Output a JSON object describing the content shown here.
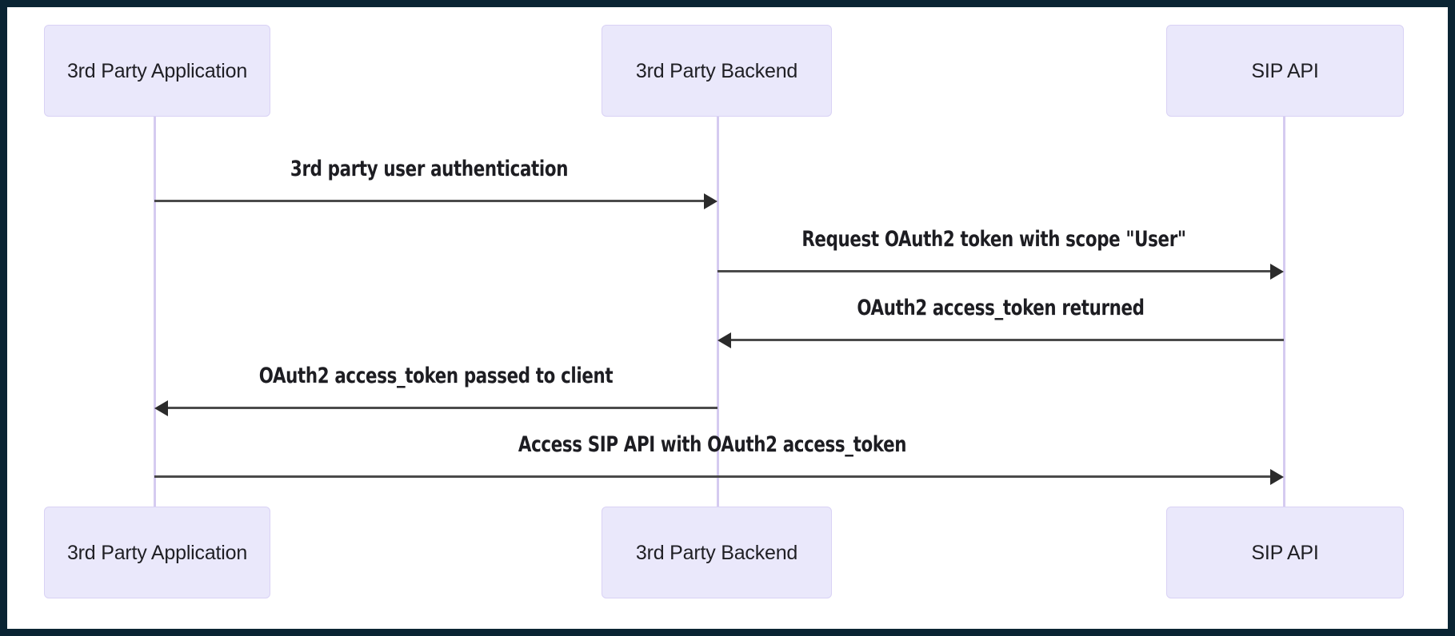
{
  "diagram": {
    "type": "sequence-diagram",
    "frame_color": "#0a2433",
    "box_fill": "#eae8fb",
    "box_border": "#d9d2f5",
    "lifeline_color": "#d5cbf0",
    "arrow_color": "#3a3a3a",
    "participants": [
      {
        "id": "app",
        "label": "3rd Party Application"
      },
      {
        "id": "backend",
        "label": "3rd Party Backend"
      },
      {
        "id": "sip",
        "label": "SIP API"
      }
    ],
    "participants_bottom": [
      {
        "id": "app",
        "label": "3rd Party Application"
      },
      {
        "id": "backend",
        "label": "3rd Party Backend"
      },
      {
        "id": "sip",
        "label": "SIP API"
      }
    ],
    "messages": [
      {
        "index": 1,
        "label": "3rd party user authentication",
        "from": "app",
        "to": "backend",
        "direction": "right"
      },
      {
        "index": 2,
        "label": "Request OAuth2 token with scope \"User\"",
        "from": "backend",
        "to": "sip",
        "direction": "right"
      },
      {
        "index": 3,
        "label": "OAuth2 access_token returned",
        "from": "sip",
        "to": "backend",
        "direction": "left"
      },
      {
        "index": 4,
        "label": "OAuth2 access_token passed to client",
        "from": "backend",
        "to": "app",
        "direction": "left"
      },
      {
        "index": 5,
        "label": "Access SIP API with OAuth2 access_token",
        "from": "app",
        "to": "sip",
        "direction": "right"
      }
    ]
  }
}
